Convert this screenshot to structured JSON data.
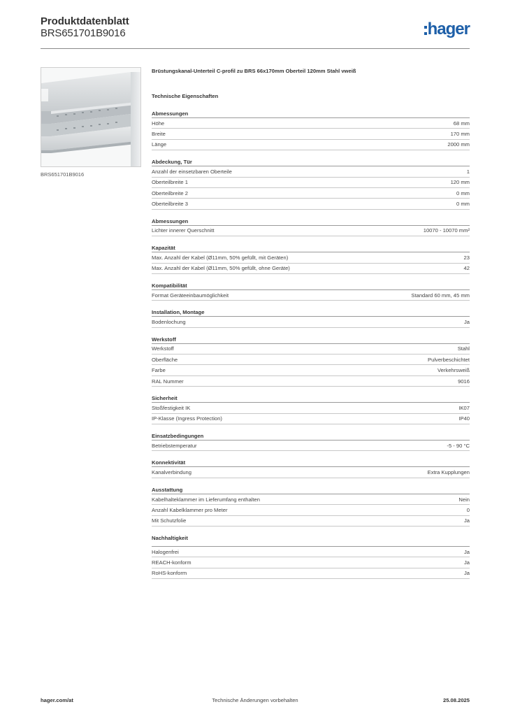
{
  "header": {
    "title": "Produktdatenblatt",
    "subtitle": "BRS651701B9016",
    "logo_text": "hager",
    "logo_color": "#1d5fa8"
  },
  "image": {
    "icon": "cable-duct-product-image",
    "caption": "BRS651701B9016"
  },
  "product_title": "Brüstungskanal-Unterteil C-profil zu BRS 66x170mm Oberteil 120mm Stahl vweiß",
  "section_title": "Technische Eigenschaften",
  "groups": [
    {
      "title": "Abmessungen",
      "rows": [
        {
          "label": "Höhe",
          "value": "68 mm"
        },
        {
          "label": "Breite",
          "value": "170 mm"
        },
        {
          "label": "Länge",
          "value": "2000 mm"
        }
      ]
    },
    {
      "title": "Abdeckung, Tür",
      "rows": [
        {
          "label": "Anzahl der einsetzbaren Oberteile",
          "value": "1"
        },
        {
          "label": "Oberteilbreite 1",
          "value": "120 mm"
        },
        {
          "label": "Oberteilbreite 2",
          "value": "0 mm"
        },
        {
          "label": "Oberteilbreite 3",
          "value": "0 mm"
        }
      ]
    },
    {
      "title": "Abmessungen",
      "rows": [
        {
          "label": "Lichter innerer Querschnitt",
          "value": "10070 - 10070 mm²"
        }
      ]
    },
    {
      "title": "Kapazität",
      "rows": [
        {
          "label": "Max. Anzahl der Kabel (Ø11mm, 50% gefüllt, mit Geräten)",
          "value": "23"
        },
        {
          "label": "Max. Anzahl der Kabel (Ø11mm, 50% gefüllt, ohne Geräte)",
          "value": "42"
        }
      ]
    },
    {
      "title": "Kompatibilität",
      "rows": [
        {
          "label": "Format Geräteeinbaumöglichkeit",
          "value": "Standard 60 mm, 45 mm"
        }
      ]
    },
    {
      "title": "Installation, Montage",
      "rows": [
        {
          "label": "Bodenlochung",
          "value": "Ja"
        }
      ]
    },
    {
      "title": "Werkstoff",
      "rows": [
        {
          "label": "Werkstoff",
          "value": "Stahl"
        },
        {
          "label": "Oberfläche",
          "value": "Pulverbeschichtet"
        },
        {
          "label": "Farbe",
          "value": "Verkehrsweiß"
        },
        {
          "label": "RAL Nummer",
          "value": "9016"
        }
      ]
    },
    {
      "title": "Sicherheit",
      "rows": [
        {
          "label": "Stoßfestigkeit IK",
          "value": "IK07"
        },
        {
          "label": "IP-Klasse (Ingress Protection)",
          "value": "IP40"
        }
      ]
    },
    {
      "title": "Einsatzbedingungen",
      "rows": [
        {
          "label": "Betriebstemperatur",
          "value": "-5 - 90 °C"
        }
      ]
    },
    {
      "title": "Konnektivität",
      "rows": [
        {
          "label": "Kanalverbindung",
          "value": "Extra Kupplungen"
        }
      ]
    },
    {
      "title": "Ausstattung",
      "rows": [
        {
          "label": "Kabelhalteklammer im Lieferumfang enthalten",
          "value": "Nein"
        },
        {
          "label": "Anzahl Kabelklammer pro Meter",
          "value": "0"
        },
        {
          "label": "Mit Schutzfolie",
          "value": "Ja"
        }
      ]
    },
    {
      "title": "Nachhaltigkeit",
      "rows": [
        {
          "label": "Halogenfrei",
          "value": "Ja"
        },
        {
          "label": "REACH-konform",
          "value": "Ja"
        },
        {
          "label": "RoHS-konform",
          "value": "Ja"
        }
      ]
    }
  ],
  "footer": {
    "left": "hager.com/at",
    "center": "Technische Änderungen vorbehalten",
    "right": "25.08.2025"
  }
}
